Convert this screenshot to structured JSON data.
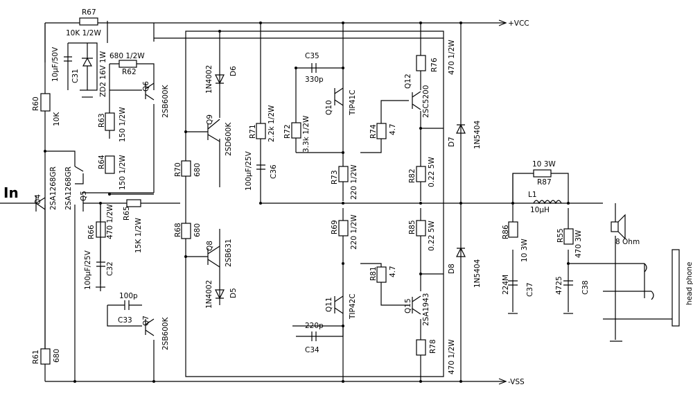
{
  "rails": {
    "vcc": "+VCC",
    "vss": "-VSS"
  },
  "input": {
    "label": "In"
  },
  "labels": {
    "R67": "R67",
    "R67_val": "10K 1/2W",
    "C31_val": "10μF/50V",
    "C31": "C31",
    "ZD2": "ZD2 16V 1W",
    "R62_val": "680 1/2W",
    "R62": "R62",
    "Q6": "Q6",
    "Q6_type": "2SB600K",
    "R60": "R60",
    "R60_val": "10K",
    "R63": "R63",
    "R63_val": "150 1/2W",
    "R64": "R64",
    "R64_val": "150 1/2W",
    "Q4": "Q4",
    "Q4_type": "2SA1268GR",
    "Q5": "Q5",
    "Q5_type": "2SA1268GR",
    "R65": "R65",
    "R65_val": "15K 1/2W",
    "R66": "R66",
    "R66_val": "470 1/2W",
    "C32_val": "100μF/25V",
    "C32": "C32",
    "C33": "C33",
    "C33_val": "100p",
    "Q7": "Q7",
    "Q7_type": "2SB600K",
    "R61": "R61",
    "R61_val": "680",
    "D6": "D6",
    "D6_type": "1N4002",
    "Q9": "Q9",
    "Q9_type": "2SD600K",
    "R70": "R70",
    "R70_val": "680",
    "R68": "R68",
    "R68_val": "680",
    "Q8": "Q8",
    "Q8_type": "2SB631",
    "D5": "D5",
    "D5_type": "1N4002",
    "R71": "R71",
    "R71_val": "2.2k 1/2W",
    "C36_val": "100μF/25V",
    "C36": "C36",
    "R72": "R72",
    "R72_val": "3.3k 1/2W",
    "C35": "C35",
    "C35_val": "330p",
    "Q10": "Q10",
    "Q10_type": "TIP41C",
    "R73": "R73",
    "R73_val": "220 1/2W",
    "R69": "R69",
    "R69_val": "220 1/2W",
    "Q11": "Q11",
    "Q11_type": "TIP42C",
    "C34_val": "220p",
    "C34": "C34",
    "R74": "R74",
    "R74_val": "4.7",
    "Q12": "Q12",
    "Q12_type": "2SC5200",
    "R76": "R76",
    "R76_val": "470 1/2W",
    "R82": "R82",
    "R82_val": "0.22 5W",
    "R85": "R85",
    "R85_val": "0.22 5W",
    "R81": "R81",
    "R81_val": "4.7",
    "Q15": "Q15",
    "Q15_type": "2SA1943",
    "R78": "R78",
    "R78_val": "470 1/2W",
    "D7": "D7",
    "D7_type": "1N5404",
    "D8": "D8",
    "D8_type": "1N5404",
    "R87_val": "10 3W",
    "R87": "R87",
    "L1": "L1",
    "L1_val": "10μH",
    "R86": "R86",
    "R86_val": "10 3W",
    "C37_val": "224M",
    "C37": "C37",
    "R55": "R55",
    "R55_val": "470 3W",
    "C38_val": "4725",
    "C38": "C38",
    "speaker": "8 Ohm",
    "headphone": "head phone"
  }
}
